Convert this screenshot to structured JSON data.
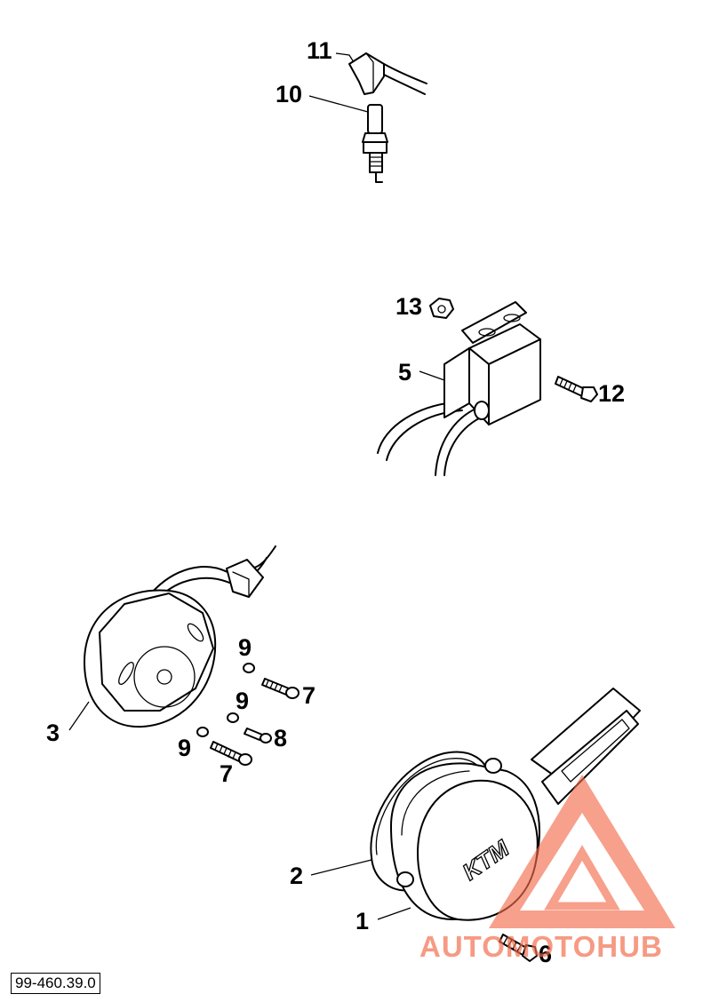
{
  "callouts": {
    "c11": "11",
    "c10": "10",
    "c13": "13",
    "c5": "5",
    "c12": "12",
    "c9a": "9",
    "c7a": "7",
    "c9b": "9",
    "c8": "8",
    "c9c": "9",
    "c7b": "7",
    "c3": "3",
    "c2": "2",
    "c1": "1",
    "c6": "6"
  },
  "cover_logo": "KTM",
  "reference_number": "99-460.39.0",
  "watermark": {
    "text": "AUTOMOTOHUB",
    "icon": "warning-triangle-logo",
    "color_accent": "#f26b4a",
    "color_dark": "#4a4a4a"
  }
}
